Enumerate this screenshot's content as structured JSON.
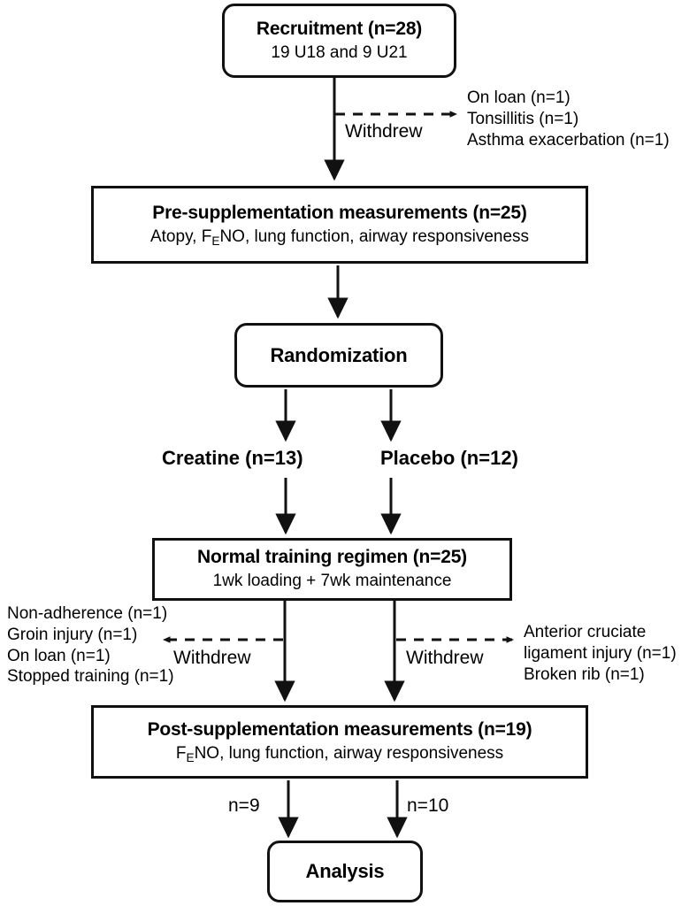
{
  "diagram": {
    "title": "CONSORT-style study flow diagram",
    "stroke_color": "#111111",
    "background_color": "#ffffff"
  },
  "nodes": {
    "recruitment": {
      "title": "Recruitment (n=28)",
      "subtitle": "19 U18 and 9 U21"
    },
    "pre_supplementation": {
      "title": "Pre-supplementation measurements (n=25)",
      "subtitle_pre": "Atopy, F",
      "subtitle_sub": "E",
      "subtitle_post": "NO, lung function, airway responsiveness"
    },
    "randomization": {
      "title": "Randomization"
    },
    "training": {
      "title": "Normal training regimen (n=25)",
      "subtitle": "1wk loading + 7wk maintenance"
    },
    "post_supplementation": {
      "title": "Post-supplementation measurements (n=19)",
      "subtitle_pre": "F",
      "subtitle_sub": "E",
      "subtitle_post": "NO, lung function, airway responsiveness"
    },
    "analysis": {
      "title": "Analysis"
    }
  },
  "branches": {
    "creatine": "Creatine (n=13)",
    "placebo": "Placebo (n=12)"
  },
  "withdrawals": {
    "top": {
      "label": "Withdrew",
      "reasons": [
        "On loan (n=1)",
        "Tonsillitis (n=1)",
        "Asthma exacerbation (n=1)"
      ]
    },
    "left": {
      "label": "Withdrew",
      "reasons": [
        "Non-adherence (n=1)",
        "Groin injury (n=1)",
        "On loan (n=1)",
        "Stopped training (n=1)"
      ]
    },
    "right": {
      "label": "Withdrew",
      "reasons": [
        "Anterior cruciate",
        "ligament injury (n=1)",
        "Broken rib (n=1)"
      ]
    }
  },
  "analysis_counts": {
    "creatine_arm": "n=9",
    "placebo_arm": "n=10"
  }
}
